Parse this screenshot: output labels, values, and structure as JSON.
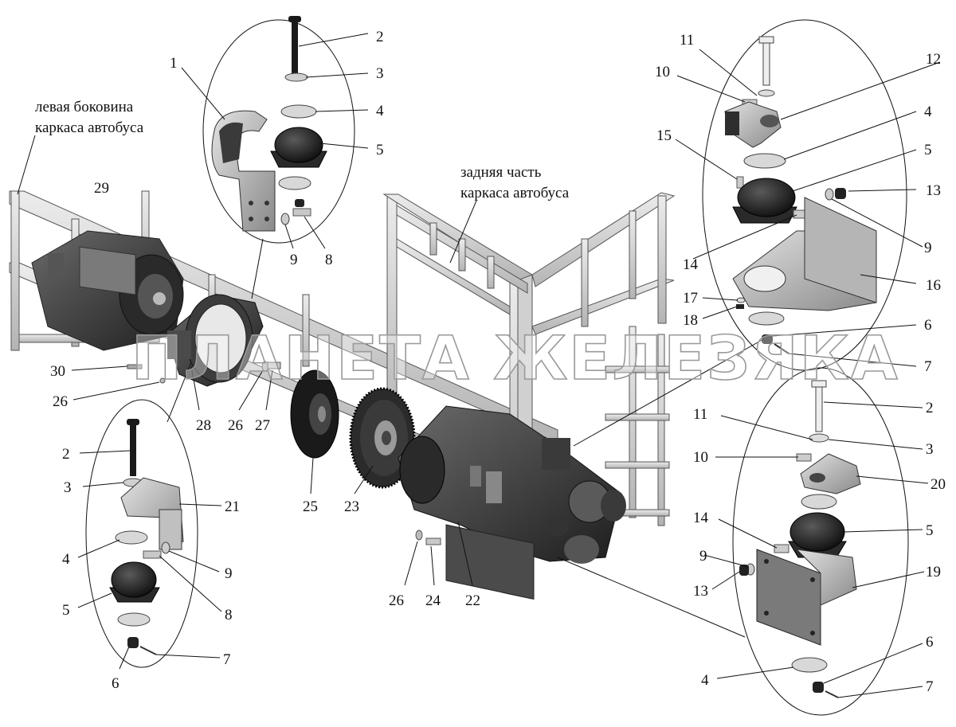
{
  "captions": {
    "left_side_1": "левая боковина",
    "left_side_2": "каркаса автобуса",
    "rear_part_1": "задняя часть",
    "rear_part_2": "каркаса автобуса"
  },
  "watermark": "ПЛАНЕТА ЖЕЛЕЗЯКА",
  "labels": {
    "l1": "1",
    "tl2": "2",
    "tl3": "3",
    "tl4": "4",
    "tl5": "5",
    "tl9": "9",
    "tl8": "8",
    "r11": "11",
    "r12": "12",
    "r10": "10",
    "r4": "4",
    "r15": "15",
    "r5": "5",
    "r13": "13",
    "r9": "9",
    "r14": "14",
    "r16": "16",
    "r17": "17",
    "r18": "18",
    "r6": "6",
    "r7": "7",
    "l29": "29",
    "l30": "30",
    "l26a": "26",
    "l28": "28",
    "l26b": "26",
    "l27": "27",
    "l25": "25",
    "l23": "23",
    "l26c": "26",
    "l24": "24",
    "l22": "22",
    "bl2": "2",
    "bl3": "3",
    "bl21": "21",
    "bl4": "4",
    "bl9": "9",
    "bl8": "8",
    "bl5": "5",
    "bl7": "7",
    "bl6": "6",
    "br2": "2",
    "br11": "11",
    "br3": "3",
    "br10": "10",
    "br20": "20",
    "br14": "14",
    "br5": "5",
    "br9": "9",
    "br19": "19",
    "br13": "13",
    "br6": "6",
    "br4": "4",
    "br7": "7"
  },
  "colors": {
    "ink": "#111111",
    "frame": "#d9d9d9",
    "frame_edge": "#555555",
    "metal_light": "#c8c8c8",
    "metal_dark": "#3a3a3a",
    "rubber": "#1c1c1c"
  }
}
